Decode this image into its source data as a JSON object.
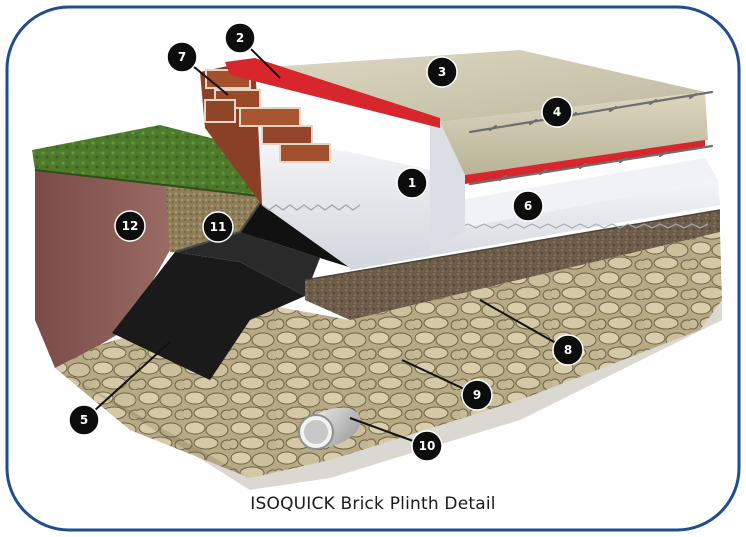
{
  "caption": "ISOQUICK Brick Plinth Detail",
  "callouts": [
    {
      "label": "1"
    },
    {
      "label": "2"
    },
    {
      "label": "3"
    },
    {
      "label": "4"
    },
    {
      "label": "5"
    },
    {
      "label": "6"
    },
    {
      "label": "7"
    },
    {
      "label": "8"
    },
    {
      "label": "9"
    },
    {
      "label": "10"
    },
    {
      "label": "11"
    },
    {
      "label": "12"
    }
  ],
  "colors": {
    "frame": "#1f4e8c",
    "concrete": "#cfcab0",
    "insulation": "#ecedf2",
    "membrane": "#d7262c",
    "brick": "#9a4a2a",
    "grass": "#4f7a2a",
    "soil": "#8a5a55",
    "waterproofing": "#1a1a1a",
    "blinding": "#6b5a48",
    "stone": "#c9bb98",
    "callout": "#0d0d0d"
  }
}
